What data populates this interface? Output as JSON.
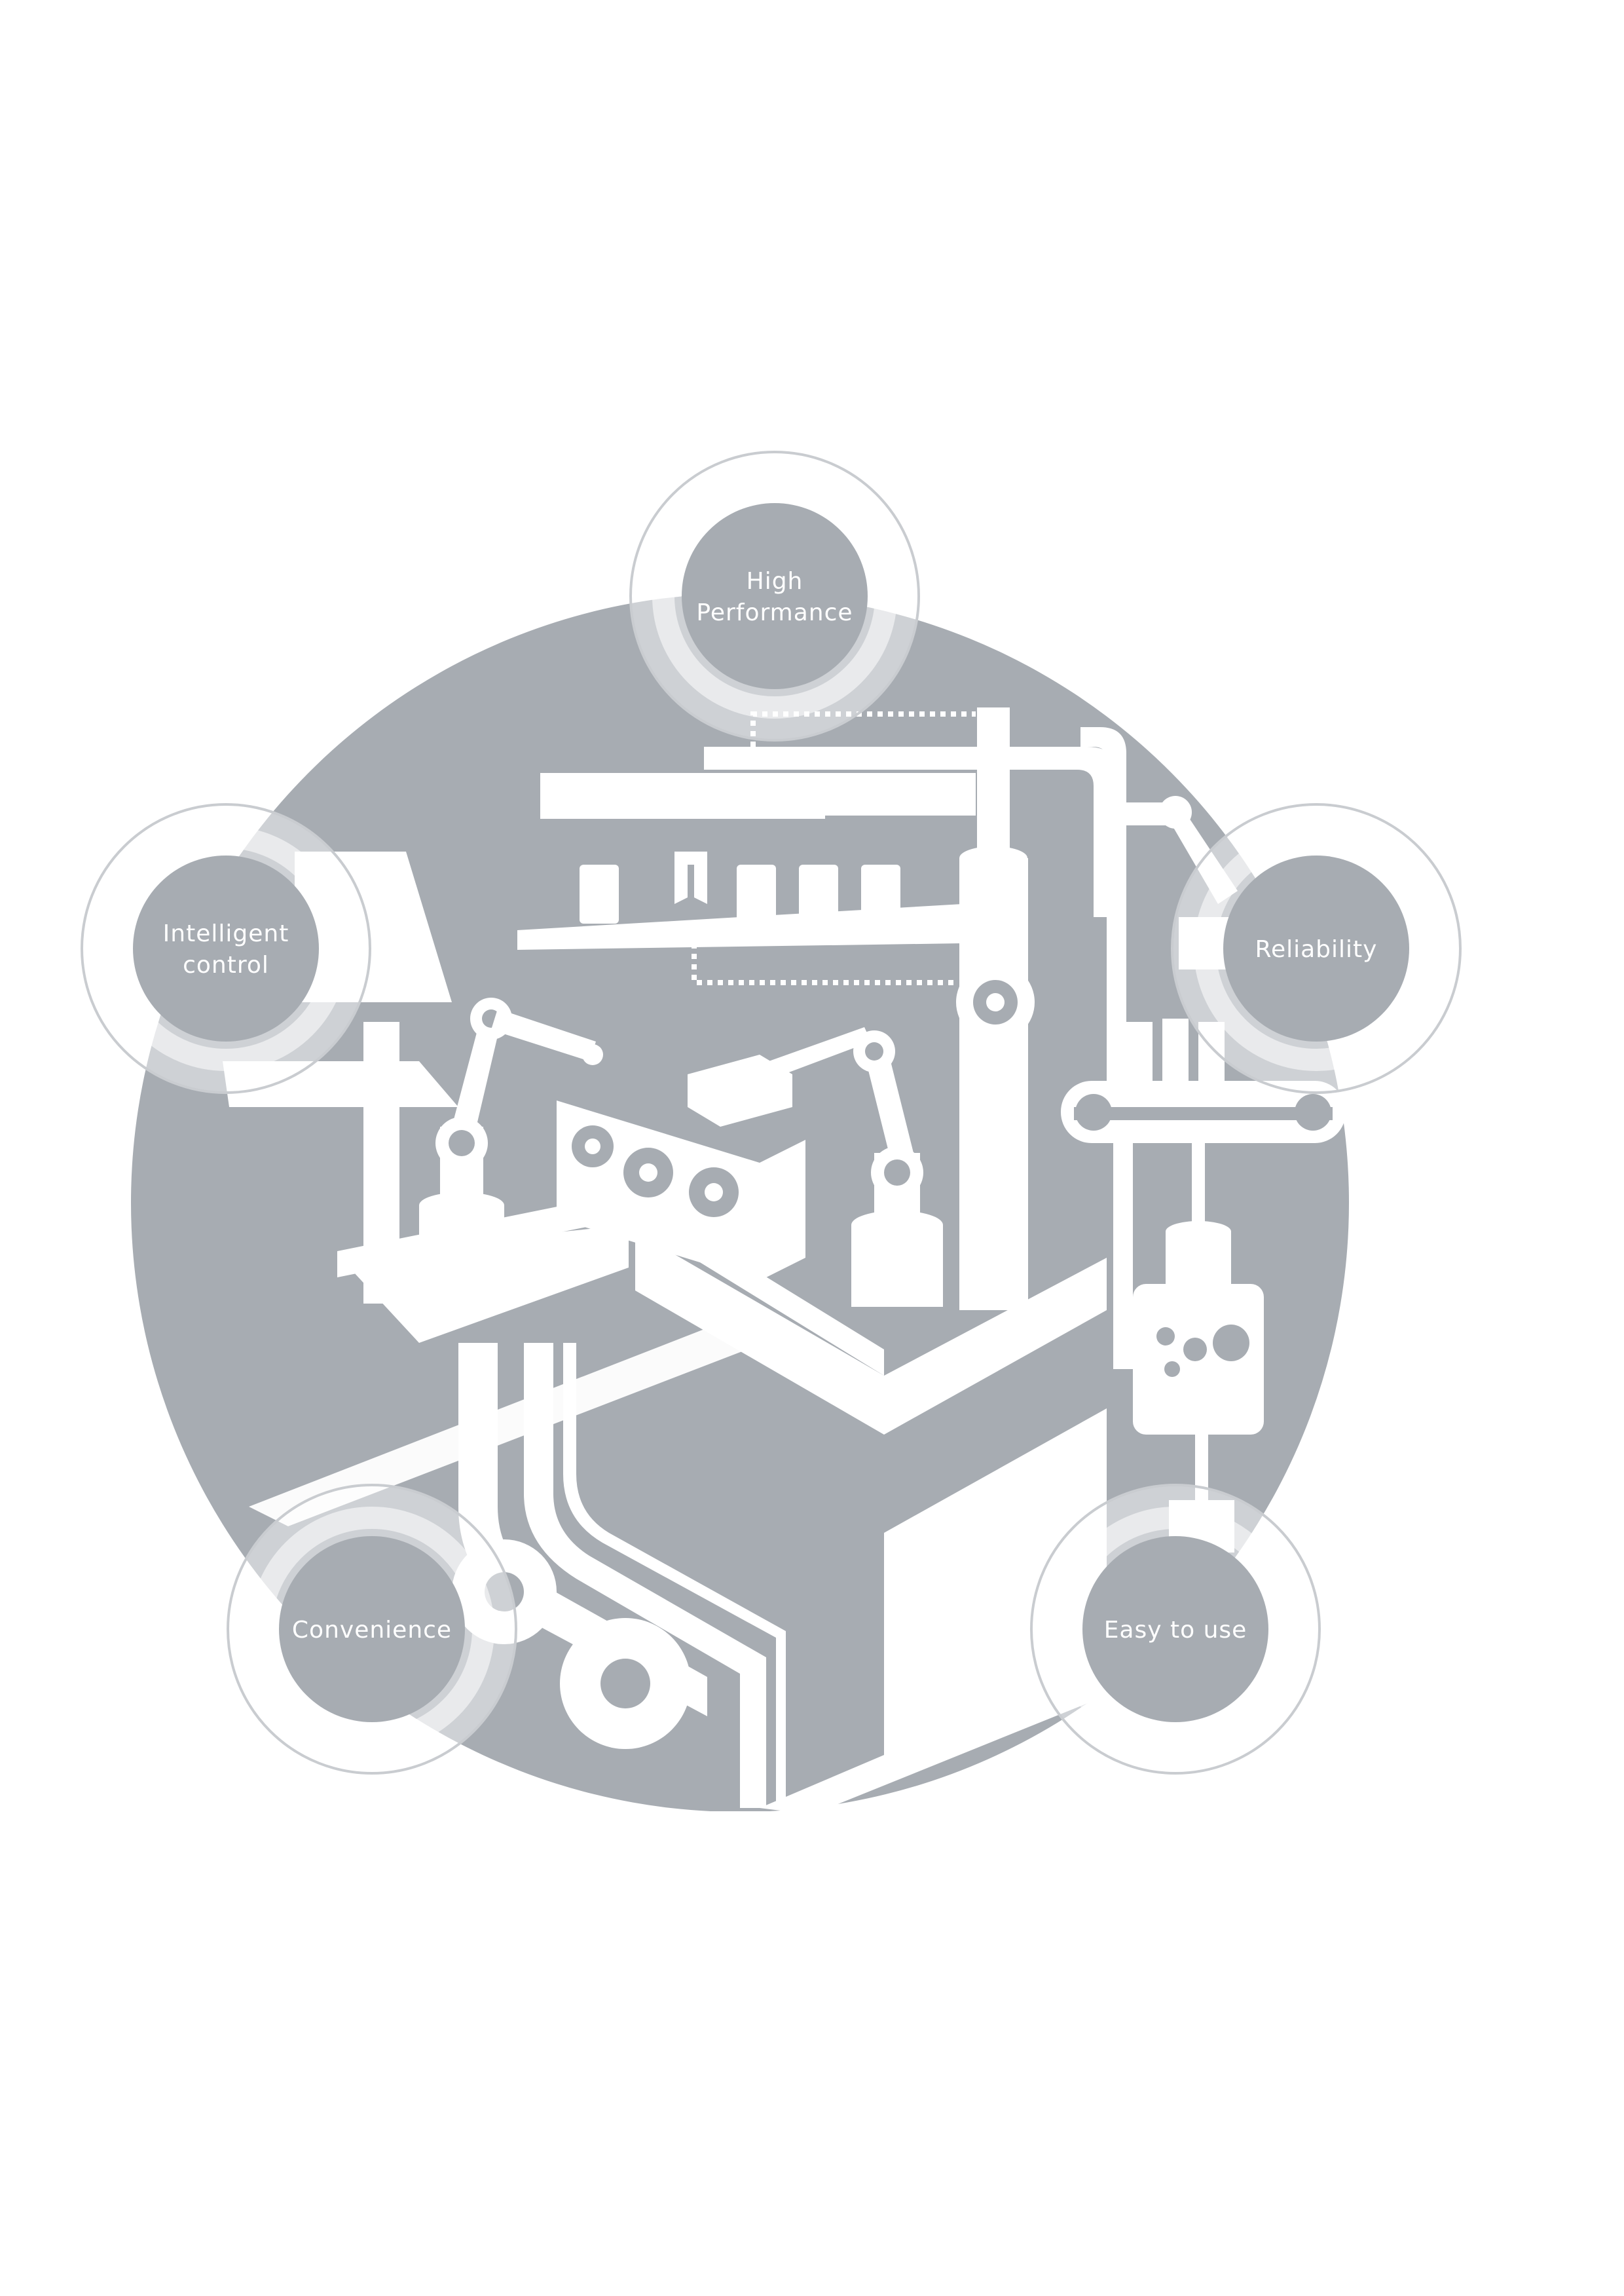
{
  "features": [
    {
      "id": "high-performance",
      "lines": [
        "High",
        "Performance"
      ]
    },
    {
      "id": "intelligent-control",
      "lines": [
        "Intelligent",
        "control"
      ]
    },
    {
      "id": "reliability",
      "lines": [
        "Reliability"
      ]
    },
    {
      "id": "convenience",
      "lines": [
        "Convenience"
      ]
    },
    {
      "id": "easy-to-use",
      "lines": [
        "Easy to use"
      ]
    }
  ],
  "colors": {
    "background": "#ffffff",
    "disc": "#a7acb2",
    "machine": "#ffffff",
    "ring": "#c9ccd0",
    "badge": "#a7acb2",
    "label": "#ffffff"
  }
}
